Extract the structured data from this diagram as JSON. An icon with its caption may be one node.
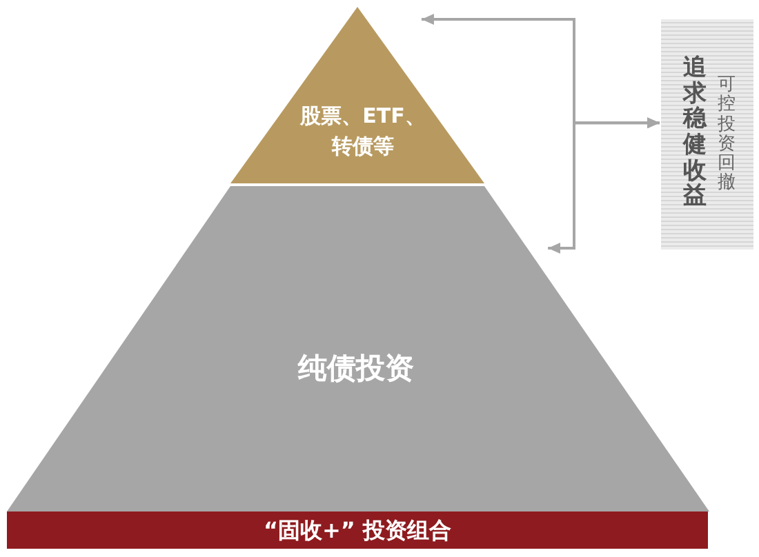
{
  "diagram": {
    "nodes": [
      {
        "text": [
          "股票、ETF、转债等"
        ]
      },
      {
        "text": [
          "纯债投资"
        ]
      },
      {
        "text": [
          "“固收+” 投资组合"
        ]
      },
      {
        "text": [
          "追求稳健收益",
          "可控投资回撤"
        ]
      }
    ],
    "edges": [
      {
        "from": 0,
        "to": 3,
        "arrow": "both"
      },
      {
        "from": 1,
        "to": 3,
        "arrow": "both"
      }
    ]
  }
}
